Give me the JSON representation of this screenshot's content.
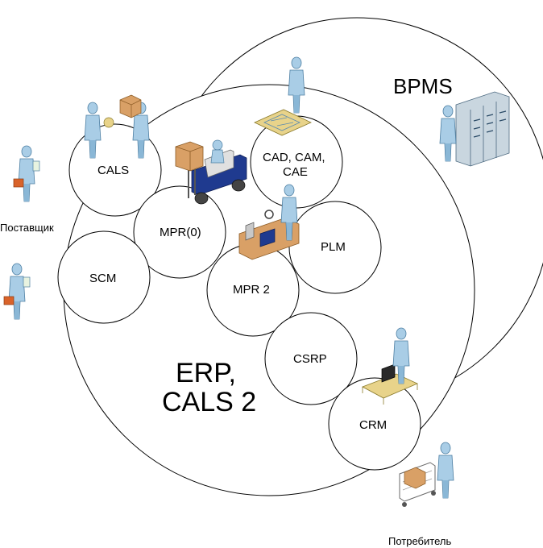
{
  "outer_circles": {
    "bpms": "BPMS",
    "erp": [
      "ERP,",
      "CALS 2"
    ]
  },
  "circles": {
    "cals": "CALS",
    "mpr0": "MPR(0)",
    "cad": [
      "CAD, CAM,",
      "CAE"
    ],
    "plm": "PLM",
    "mpr2": "MPR 2",
    "scm": "SCM",
    "csrp": "CSRP",
    "crm": "CRM"
  },
  "actors": {
    "supplier": "Поставщик",
    "consumer": "Потребитель"
  },
  "icons": [
    "person-icon",
    "briefcase-icon",
    "server-rack-icon",
    "forklift-icon",
    "cart-icon",
    "computer-desk-icon",
    "drafting-table-icon",
    "workbench-icon",
    "box-icon"
  ],
  "colors": {
    "stroke": "#000000",
    "figure": "#a9cde6",
    "figure_dark": "#6fa4c8",
    "box": "#d9a066",
    "box_dark": "#b07a3e",
    "briefcase": "#d9632a",
    "forklift": "#1f3a8f",
    "desk": "#e8d38a",
    "screen": "#2a2a2a"
  }
}
